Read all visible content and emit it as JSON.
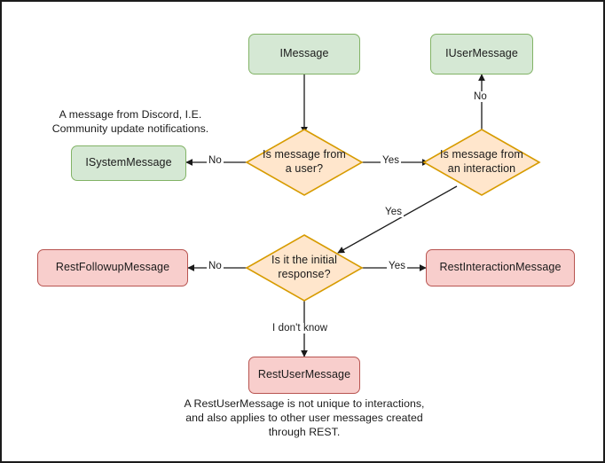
{
  "diagram": {
    "title": "Discord message type decision flowchart",
    "colors": {
      "green_fill": "#d5e8d4",
      "green_stroke": "#82b366",
      "orange_fill": "#ffe6cc",
      "orange_stroke": "#d79b00",
      "pink_fill": "#f8cecc",
      "pink_stroke": "#b85450",
      "edge_stroke": "#1a1a1a",
      "frame_stroke": "#1b1b1b",
      "background": "#ffffff"
    },
    "nodes": {
      "imessage": "IMessage",
      "iusermessage": "IUserMessage",
      "isystemmessage": "ISystemMessage",
      "restfollowupmessage": "RestFollowupMessage",
      "restinteractionmessage": "RestInteractionMessage",
      "restusermessage": "RestUserMessage"
    },
    "decisions": {
      "from_user": "Is message from\na user?",
      "from_interaction": "Is message from\nan interaction",
      "initial_response": "Is it the initial\nresponse?"
    },
    "edge_labels": {
      "from_user_no": "No",
      "from_user_yes": "Yes",
      "from_interaction_no": "No",
      "from_interaction_yes": "Yes",
      "initial_no": "No",
      "initial_yes": "Yes",
      "initial_unknown": "I don't know"
    },
    "notes": {
      "system_message": "A message from Discord, I.E.\nCommunity update notifications.",
      "rest_user_message": "A RestUserMessage is not unique to interactions,\nand also applies to other user messages created\nthrough REST."
    }
  }
}
